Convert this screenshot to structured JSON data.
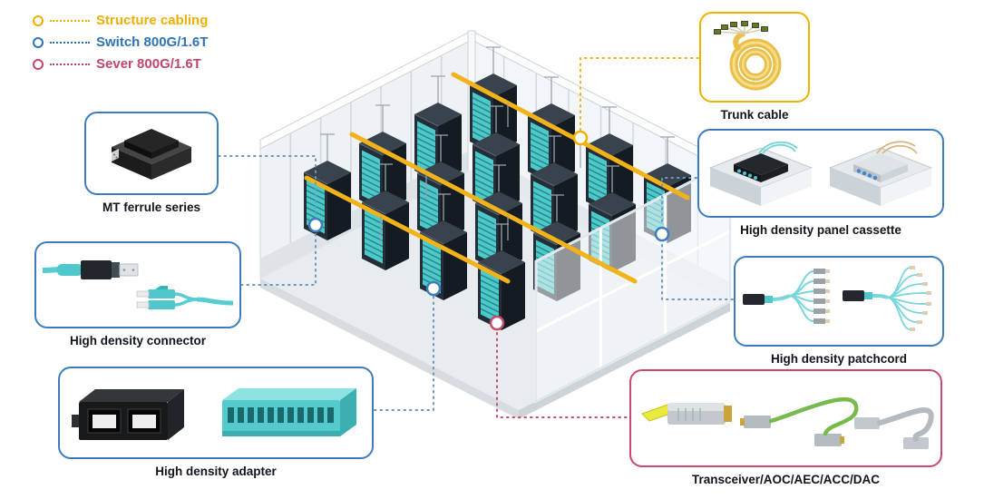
{
  "legend": {
    "items": [
      {
        "id": "structure-cabling",
        "label": "Structure cabling",
        "color": "#f0ae00"
      },
      {
        "id": "switch",
        "label": "Switch 800G/1.6T",
        "color": "#2e74b5"
      },
      {
        "id": "server",
        "label": "Sever 800G/1.6T",
        "color": "#c0476c"
      }
    ]
  },
  "callouts": {
    "mt_ferrule": {
      "label": "MT ferrule series",
      "accent": "#3e7dbd"
    },
    "connector": {
      "label": "High density connector",
      "accent": "#3e7dbd"
    },
    "adapter": {
      "label": "High density adapter",
      "accent": "#3e7dbd"
    },
    "trunk": {
      "label": "Trunk cable",
      "accent": "#f0b000"
    },
    "cassette": {
      "label": "High density panel cassette",
      "accent": "#3e7dbd"
    },
    "patchcord": {
      "label": "High density patchcord",
      "accent": "#3e7dbd"
    },
    "transceiver": {
      "label": "Transceiver/AOC/AEC/ACC/DAC",
      "accent": "#c84a6b"
    }
  },
  "scene": {
    "structure_cabling_color": "#f2b21a",
    "rack_accent_color": "#4cc9cb",
    "marker_blue": "#3e7dbd",
    "marker_yellow": "#f0b000",
    "marker_pink": "#c84a6b"
  }
}
